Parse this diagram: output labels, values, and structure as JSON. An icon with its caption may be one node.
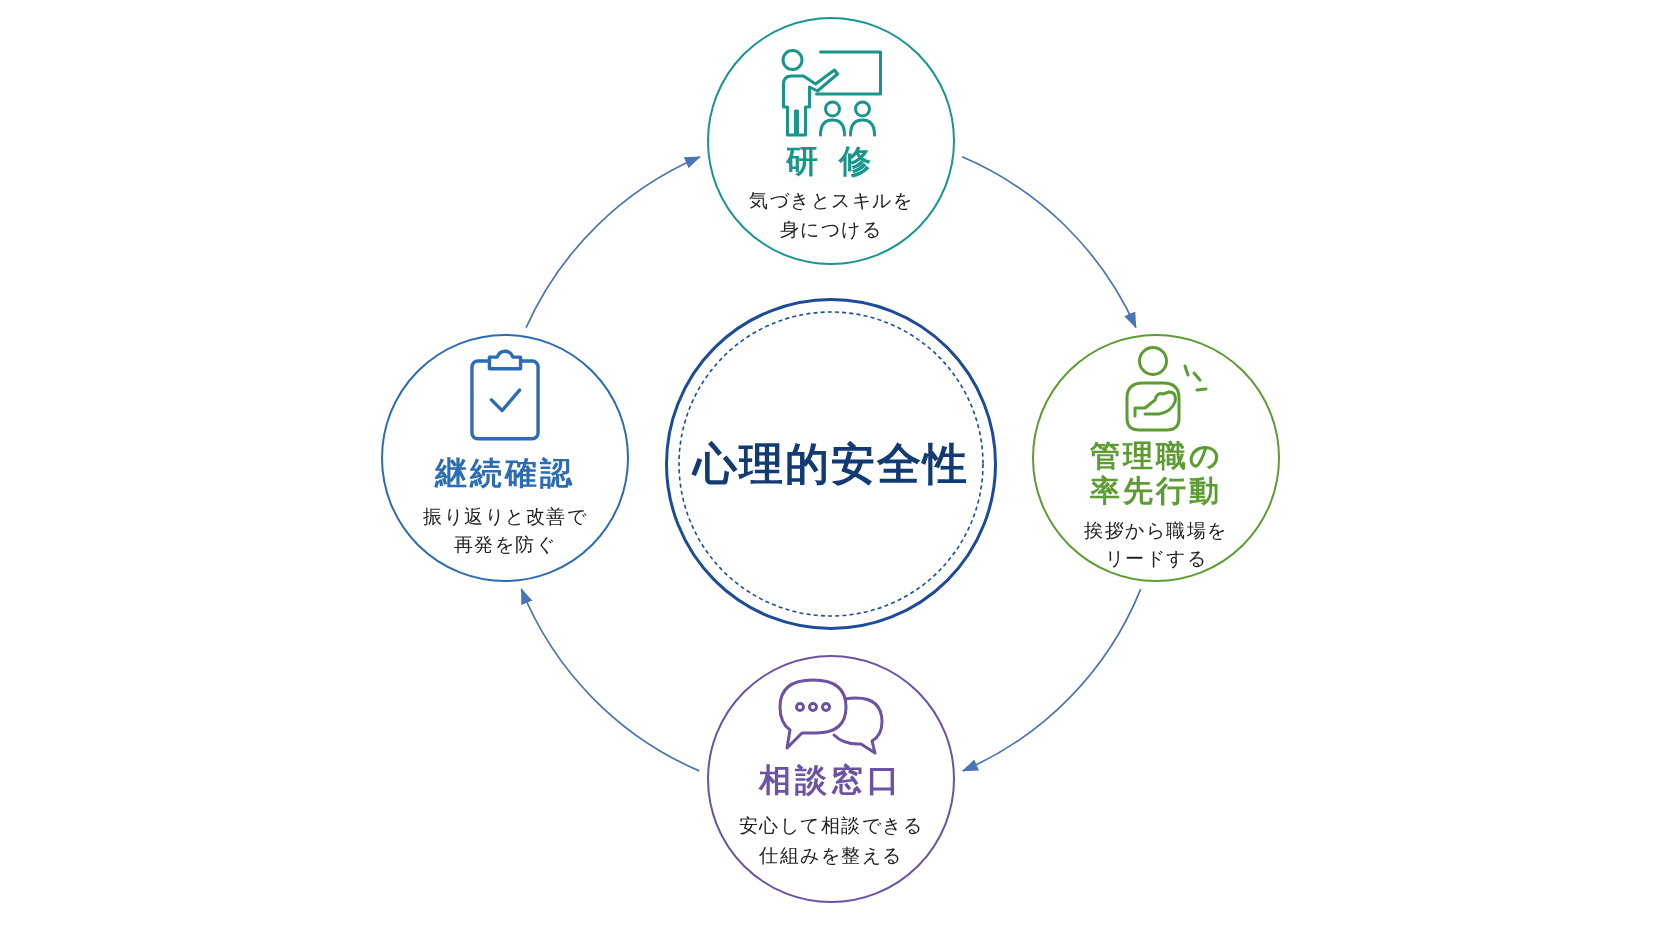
{
  "diagram": {
    "nodes": [
      {
        "text": [
          "研 修",
          "気づきとスキルを身につける"
        ]
      },
      {
        "text": [
          "継続確認",
          "振り返りと改善で再発を防ぐ"
        ]
      },
      {
        "text": [
          "心理的安全性"
        ]
      },
      {
        "text": [
          "管理職の率先行動",
          "挨拶から職場をリードする"
        ]
      },
      {
        "text": [
          "相談窓口",
          "安心して相談できる仕組みを整える"
        ]
      }
    ],
    "edges": [
      {
        "from": 0,
        "to": 3,
        "arrow": "to"
      },
      {
        "from": 3,
        "to": 4,
        "arrow": "to"
      },
      {
        "from": 4,
        "to": 1,
        "arrow": "to"
      },
      {
        "from": 1,
        "to": 0,
        "arrow": "to"
      }
    ]
  }
}
